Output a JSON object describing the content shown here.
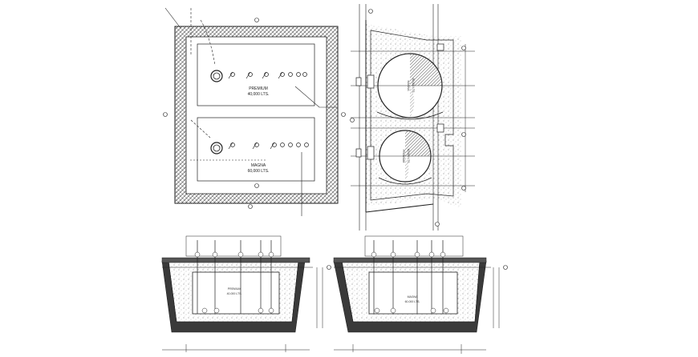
{
  "labels": {
    "plan_tank_top": [
      "PREMIUM",
      "40,000 LTS."
    ],
    "plan_tank_bottom": [
      "MAGNA",
      "60,000 LTS."
    ],
    "section_tank_top": [
      "MAGNA",
      "60,000 LTS."
    ],
    "section_tank_bottom": [
      "PREMIUM",
      "40,000 LTS."
    ],
    "elev_left": [
      "PREMIUM",
      "40,000 LTS."
    ],
    "elev_right": [
      "MAGNA",
      "60,000 LTS."
    ]
  },
  "colors": {
    "line": "#1a1a1a",
    "wall": "#3a3a3a",
    "hatch": "#6a6a6a",
    "concrete": "#888888",
    "background": "#ffffff"
  }
}
